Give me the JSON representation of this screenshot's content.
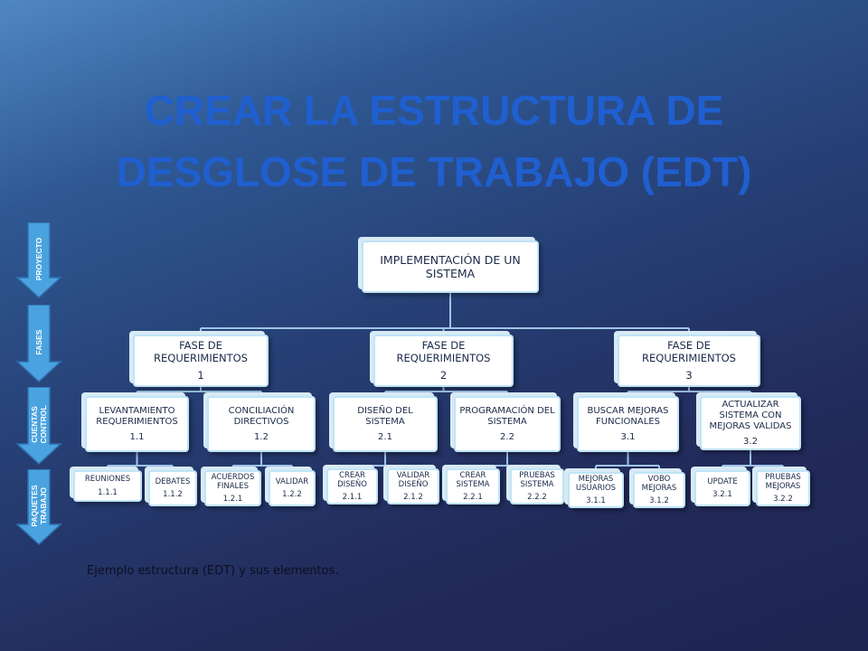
{
  "title": {
    "line1": "CREAR LA ESTRUCTURA DE",
    "line2": "DESGLOSE DE TRABAJO (EDT)"
  },
  "levels": [
    "PROYECTO",
    "FASES",
    "CUENTAS\nCONTROL",
    "PAQUETES\nTRABAJO"
  ],
  "root": {
    "label": "IMPLEMENTACIÓN DE UN SISTEMA"
  },
  "phases": [
    {
      "label": "FASE DE REQUERIMIENTOS",
      "code": "1",
      "accounts": [
        {
          "label": "LEVANTAMIENTO REQUERIMIENTOS",
          "code": "1.1",
          "packages": [
            {
              "label": "REUNIONES",
              "code": "1.1.1"
            },
            {
              "label": "DEBATES",
              "code": "1.1.2"
            }
          ]
        },
        {
          "label": "CONCILIACIÓN DIRECTIVOS",
          "code": "1.2",
          "packages": [
            {
              "label": "ACUERDOS FINALES",
              "code": "1.2.1"
            },
            {
              "label": "VALIDAR",
              "code": "1.2.2"
            }
          ]
        }
      ]
    },
    {
      "label": "FASE DE REQUERIMIENTOS",
      "code": "2",
      "accounts": [
        {
          "label": "DISEÑO DEL SISTEMA",
          "code": "2.1",
          "packages": [
            {
              "label": "CREAR DISEÑO",
              "code": "2.1.1"
            },
            {
              "label": "VALIDAR DISEÑO",
              "code": "2.1.2"
            }
          ]
        },
        {
          "label": "PROGRAMACIÓN DEL SISTEMA",
          "code": "2.2",
          "packages": [
            {
              "label": "CREAR SISTEMA",
              "code": "2.2.1"
            },
            {
              "label": "PRUEBAS SISTEMA",
              "code": "2.2.2"
            }
          ]
        }
      ]
    },
    {
      "label": "FASE DE REQUERIMIENTOS",
      "code": "3",
      "accounts": [
        {
          "label": "BUSCAR MEJORAS FUNCIONALES",
          "code": "3.1",
          "packages": [
            {
              "label": "MEJORAS USUARIOS",
              "code": "3.1.1"
            },
            {
              "label": "VOBO MEJORAS",
              "code": "3.1.2"
            }
          ]
        },
        {
          "label": "ACTUALIZAR SISTEMA CON MEJORAS VALIDAS",
          "code": "3.2",
          "packages": [
            {
              "label": "UPDATE",
              "code": "3.2.1"
            },
            {
              "label": "PRUEBAS MEJORAS",
              "code": "3.2.2"
            }
          ]
        }
      ]
    }
  ],
  "caption": "Ejemplo estructura (EDT) y sus elementos.",
  "colors": {
    "title": "#1f5fd0",
    "arrow": "#4aa3df",
    "connector": "#9fc4e6",
    "box_border": "#bfe4f6"
  }
}
